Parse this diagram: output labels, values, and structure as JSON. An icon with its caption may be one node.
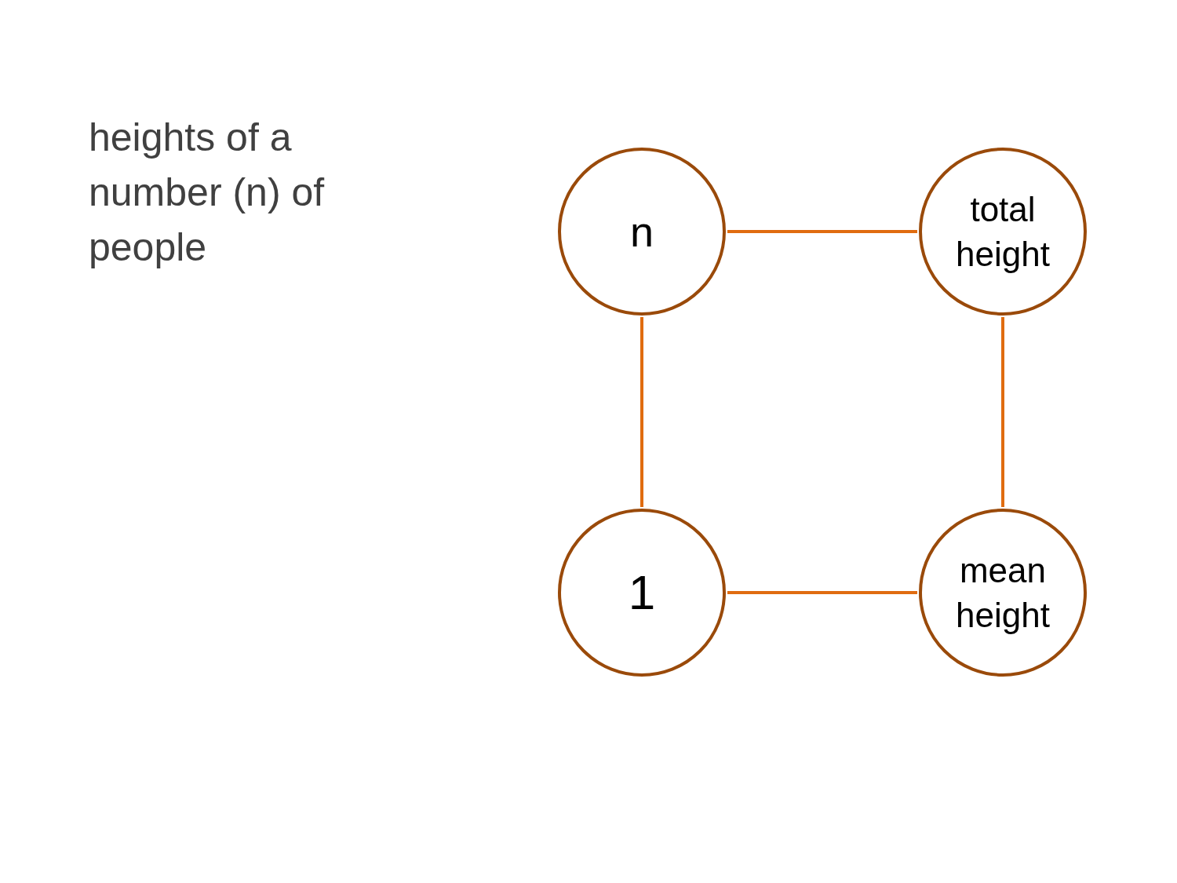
{
  "diagram": {
    "title": "heights of a number (n) of people",
    "nodes": [
      {
        "text": [
          "n"
        ]
      },
      {
        "text": [
          "total height"
        ]
      },
      {
        "text": [
          "1"
        ]
      },
      {
        "text": [
          "mean height"
        ]
      }
    ],
    "edges": [
      {
        "from": 0,
        "to": 1,
        "arrow": "none"
      },
      {
        "from": 0,
        "to": 2,
        "arrow": "none"
      },
      {
        "from": 1,
        "to": 3,
        "arrow": "none"
      },
      {
        "from": 2,
        "to": 3,
        "arrow": "none"
      }
    ]
  }
}
